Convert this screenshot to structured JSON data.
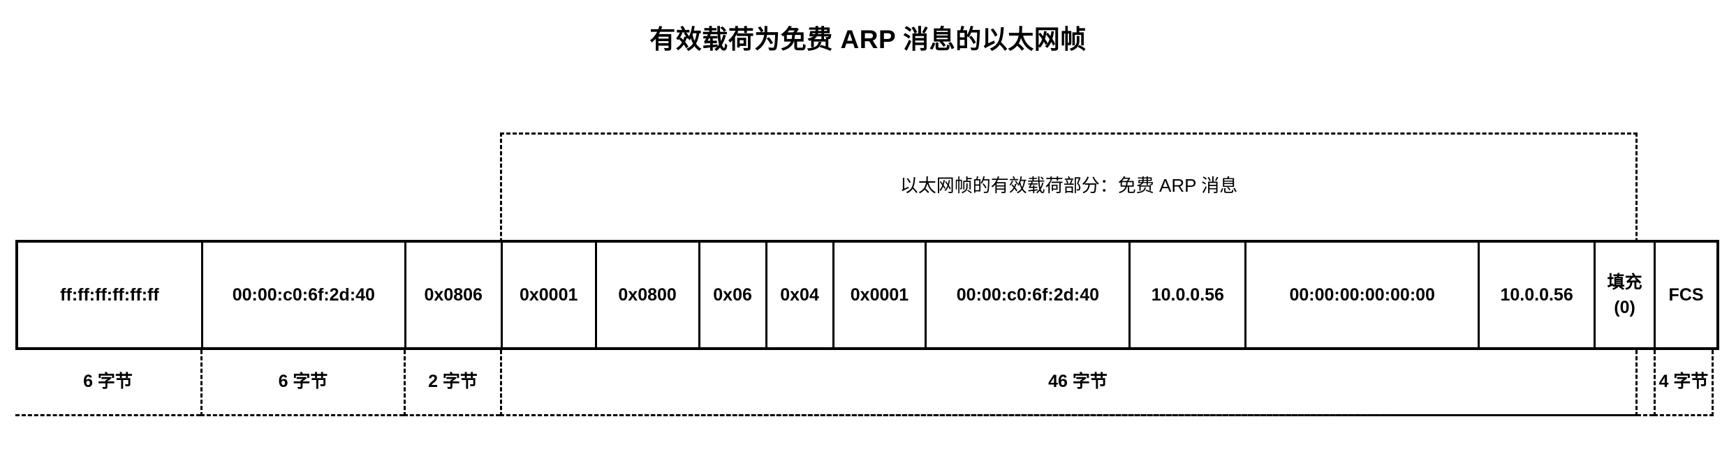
{
  "title": "有效载荷为免费 ARP 消息的以太网帧",
  "payload": {
    "label": "以太网帧的有效载荷部分：免费 ARP 消息"
  },
  "frame": {
    "cells": [
      {
        "name": "dest-mac",
        "value": "ff:ff:ff:ff:ff:ff"
      },
      {
        "name": "src-mac",
        "value": "00:00:c0:6f:2d:40"
      },
      {
        "name": "ethertype",
        "value": "0x0806"
      },
      {
        "name": "arp-hw-type",
        "value": "0x0001"
      },
      {
        "name": "arp-proto-type",
        "value": "0x0800"
      },
      {
        "name": "arp-hw-len",
        "value": "0x06"
      },
      {
        "name": "arp-proto-len",
        "value": "0x04"
      },
      {
        "name": "arp-opcode",
        "value": "0x0001"
      },
      {
        "name": "arp-sender-mac",
        "value": "00:00:c0:6f:2d:40"
      },
      {
        "name": "arp-sender-ip",
        "value": "10.0.0.56"
      },
      {
        "name": "arp-target-mac",
        "value": "00:00:00:00:00:00"
      },
      {
        "name": "arp-target-ip",
        "value": "10.0.0.56"
      },
      {
        "name": "padding",
        "value": "填充\n(0)"
      },
      {
        "name": "fcs",
        "value": "FCS"
      }
    ]
  },
  "sizes": {
    "dest_mac": "6 字节",
    "src_mac": "6 字节",
    "ethertype": "2 字节",
    "payload": "46 字节",
    "fcs": "4 字节"
  }
}
